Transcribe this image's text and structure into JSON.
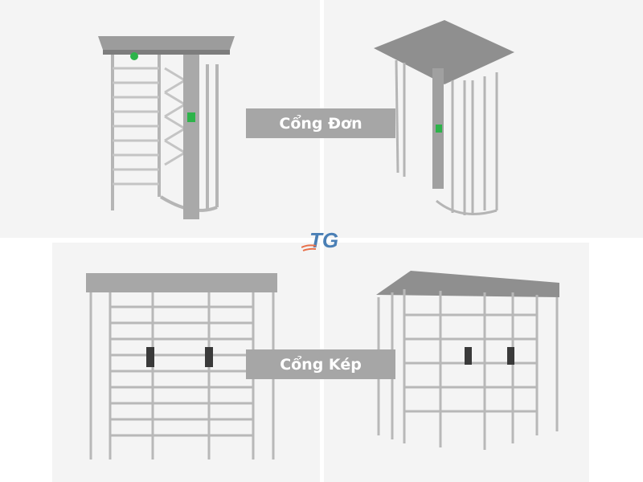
{
  "labels": {
    "single_gate": "Cổng Đơn",
    "double_gate": "Cổng Kép"
  },
  "logo": {
    "text": "TG",
    "colors": [
      "#4a7fb5",
      "#e8704a"
    ]
  },
  "colors": {
    "label_bg": "#a6a6a6",
    "label_text": "#ffffff",
    "metal": "#b8b8b8",
    "panel_bg": "#f4f4f4",
    "indicator": "#2db34a"
  }
}
